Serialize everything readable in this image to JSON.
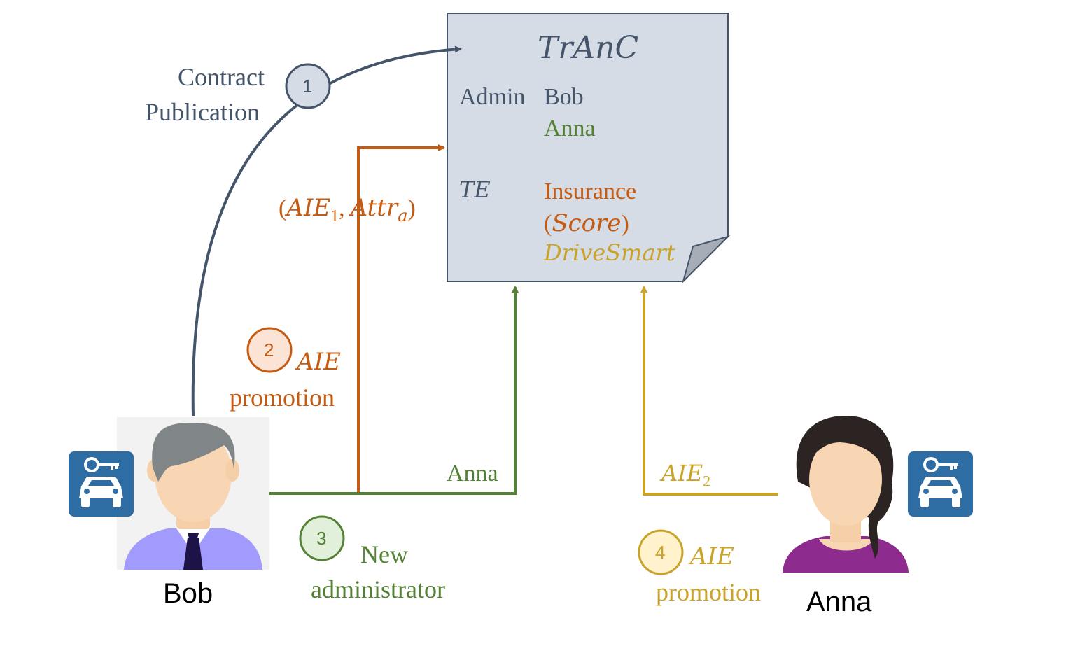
{
  "contract": {
    "title": "TrAnC",
    "admin_label": "Admin",
    "admins": [
      "Bob",
      "Anna"
    ],
    "te_label": "TE",
    "entries": [
      "Insurance",
      "(",
      "Score",
      ")",
      "DriveSmart"
    ]
  },
  "steps": [
    {
      "number": "1",
      "lines": [
        "Contract",
        "Publication"
      ]
    },
    {
      "number": "2",
      "math": "AIE",
      "text": "promotion"
    },
    {
      "number": "3",
      "lines": [
        "New",
        "administrator"
      ]
    },
    {
      "number": "4",
      "math": "AIE",
      "text": "promotion"
    }
  ],
  "edge_labels": {
    "orange": {
      "open": "(",
      "aie": "AIE",
      "aie_sub": "1",
      "comma": ",",
      "attr": "Attr",
      "attr_sub": "a",
      "close": ")"
    },
    "green": "Anna",
    "yellow": {
      "aie": "AIE",
      "aie_sub": "2"
    }
  },
  "actors": {
    "left": "Bob",
    "right": "Anna"
  },
  "icons": [
    "car-key-icon",
    "person-icon"
  ],
  "colors": {
    "slate": "#44546a",
    "orange": "#c55a11",
    "green": "#548235",
    "gold": "#c9a227",
    "doc_fill": "#d6dce5",
    "icon_blue": "#2e6da4"
  }
}
